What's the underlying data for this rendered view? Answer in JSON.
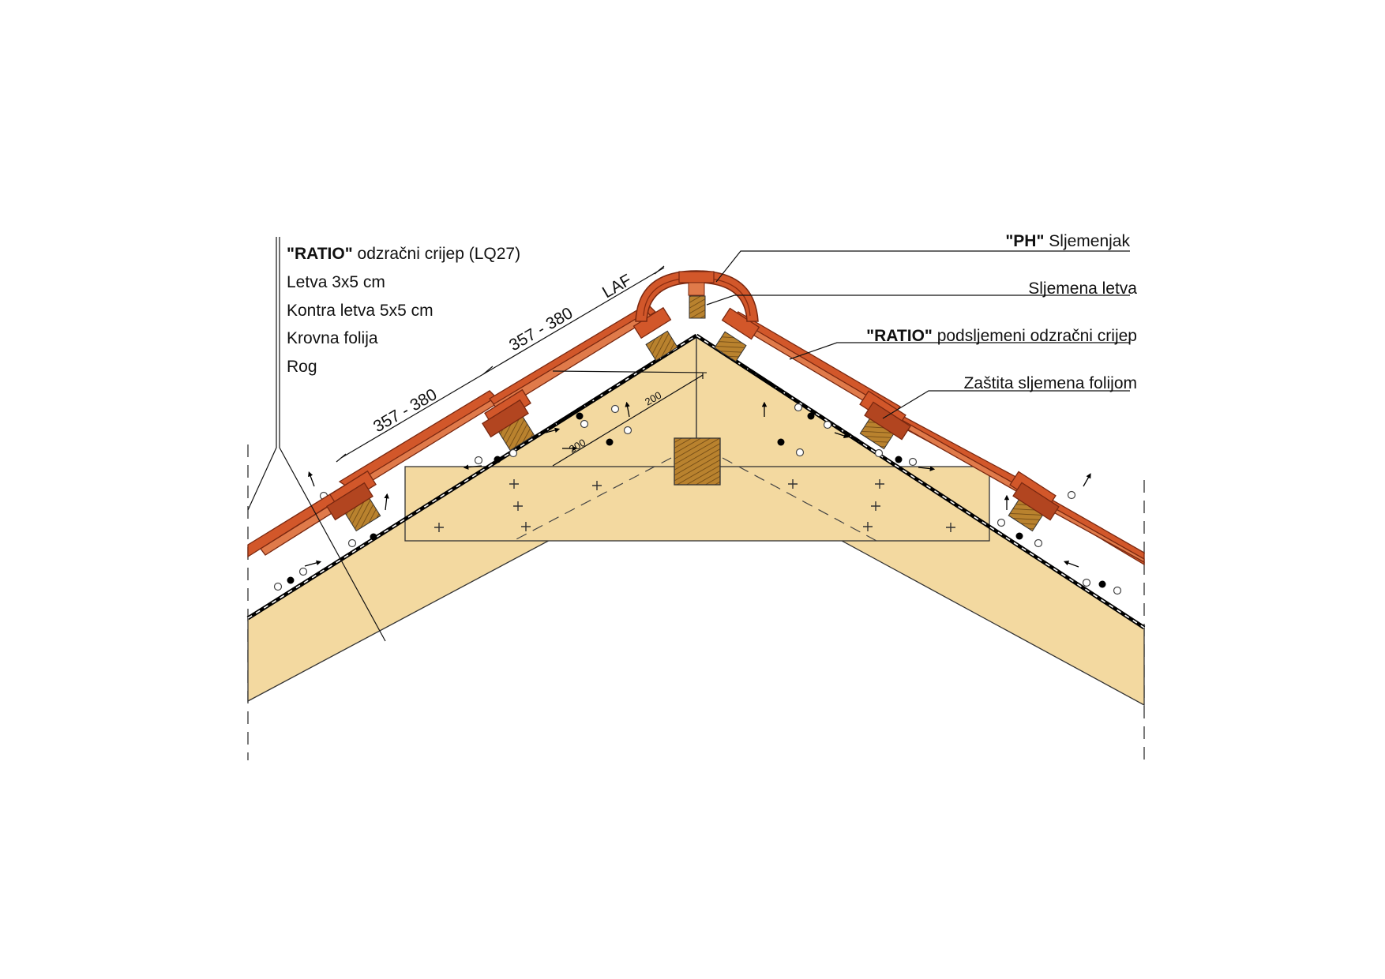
{
  "left_labels": [
    {
      "bold": "\"RATIO\"",
      "text": " odzračni crijep (LQ27)"
    },
    {
      "bold": "",
      "text": "Letva 3x5 cm"
    },
    {
      "bold": "",
      "text": "Kontra letva 5x5 cm"
    },
    {
      "bold": "",
      "text": "Krovna folija"
    },
    {
      "bold": "",
      "text": "Rog"
    }
  ],
  "right_labels": [
    {
      "bold": "\"PH\"",
      "text": " Sljemenjak"
    },
    {
      "bold": "",
      "text": "Sljemena letva"
    },
    {
      "bold": "\"RATIO\"",
      "text": " podsljemeni odzračni crijep"
    },
    {
      "bold": "",
      "text": "Zaštita sljemena folijom"
    }
  ],
  "dimensions": {
    "lower_batten_spacing": "357 - 380",
    "upper_batten_spacing": "357 - 380",
    "laf": "LAF",
    "foil_overlap_1": "200",
    "foil_overlap_2": "200"
  },
  "colors": {
    "timber": "#f3d9a0",
    "tile": "#d2572a",
    "tile_dark": "#8a2c10",
    "batten": "#b9822e"
  }
}
